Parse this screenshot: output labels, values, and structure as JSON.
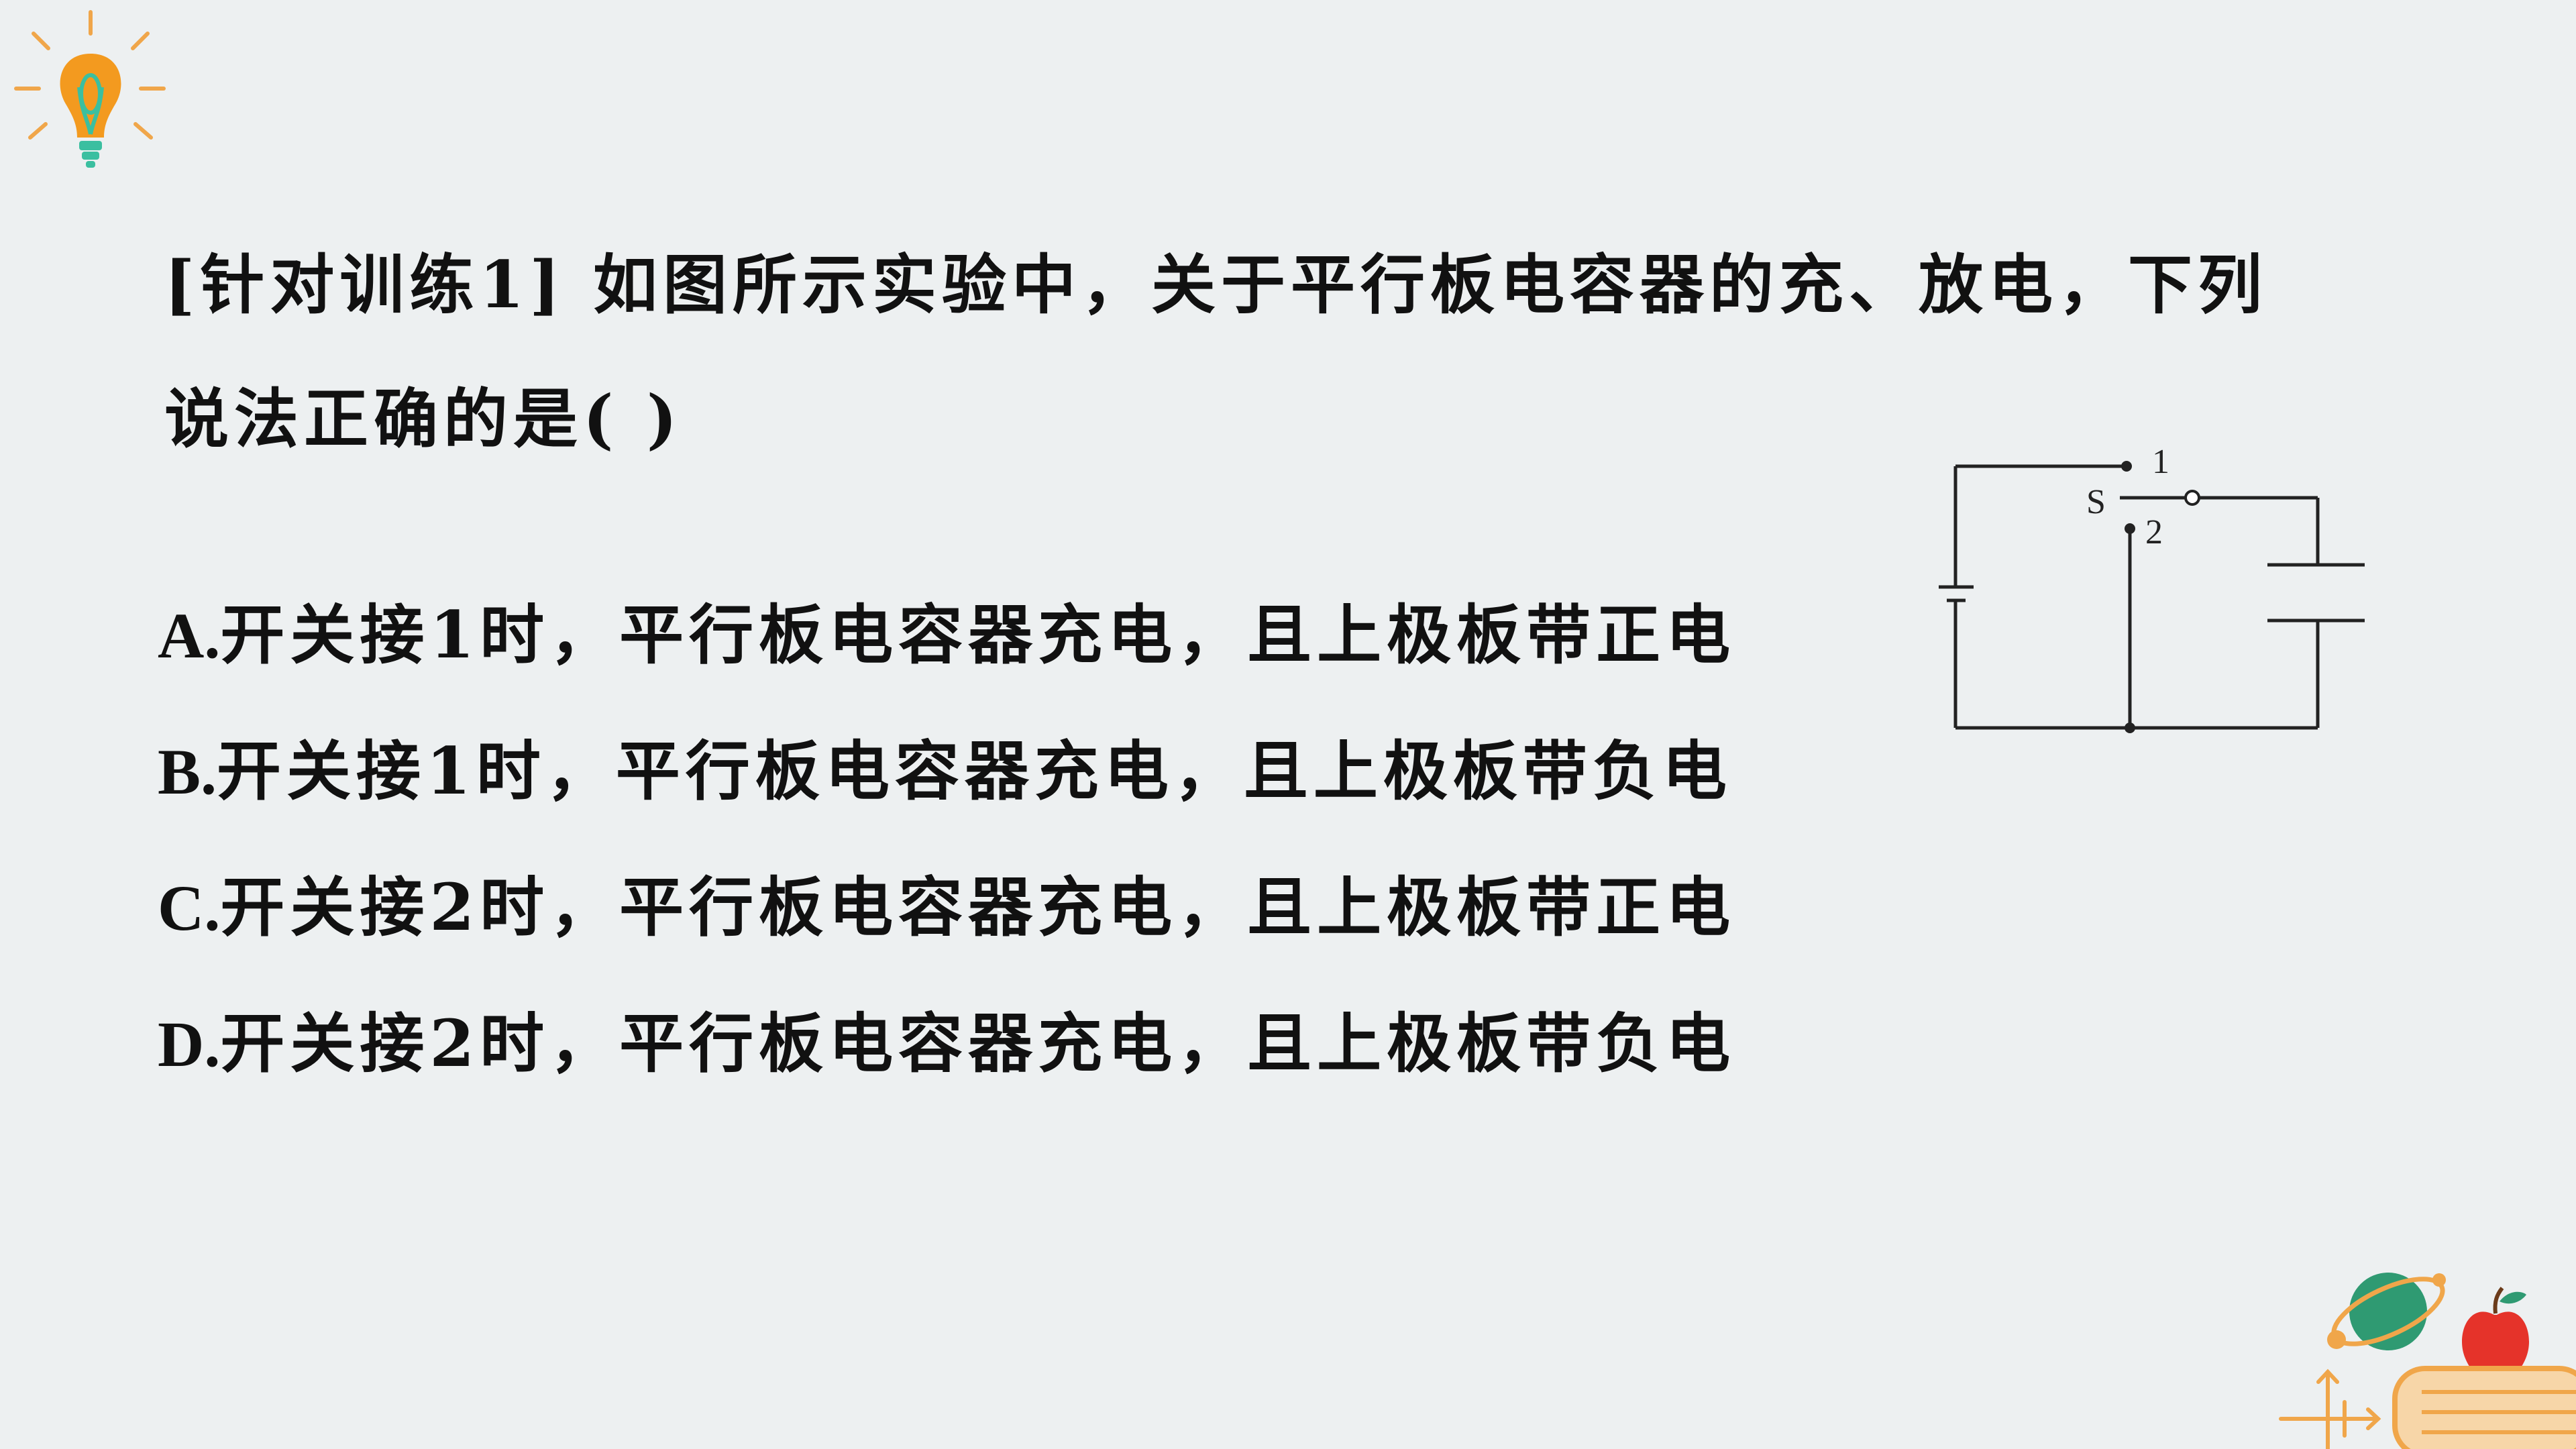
{
  "question": {
    "line1": "[针对训练1] 如图所示实验中，关于平行板电容器的充、放电，下列",
    "line2": "说法正确的是(      )"
  },
  "options": [
    {
      "letter": "A.",
      "text": "开关接1时，平行板电容器充电，且上极板带正电"
    },
    {
      "letter": "B.",
      "text": "开关接1时，平行板电容器充电，且上极板带负电"
    },
    {
      "letter": "C.",
      "text": "开关接2时，平行板电容器充电，且上极板带正电"
    },
    {
      "letter": "D.",
      "text": "开关接2时，平行板电容器充电，且上极板带负电"
    }
  ],
  "circuit": {
    "switch_label": "S",
    "contact_1": "1",
    "contact_2": "2"
  },
  "colors": {
    "background": "#edf0f1",
    "bulb_orange": "#f39a1f",
    "bulb_base": "#3bbfa0",
    "accent_orange": "#f0a64a",
    "apple_red": "#e5332a",
    "globe_green": "#2f9a72"
  }
}
